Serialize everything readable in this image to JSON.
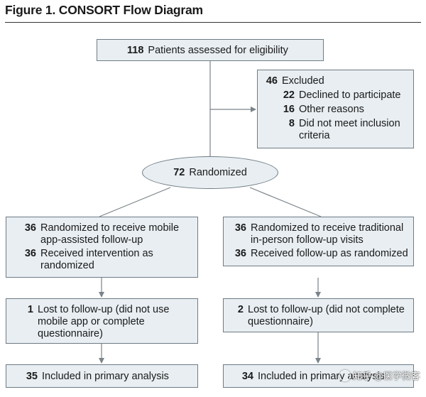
{
  "figure": {
    "title": "Figure 1. CONSORT Flow Diagram"
  },
  "assessed": {
    "count": "118",
    "label": "Patients assessed for eligibility"
  },
  "excluded": {
    "count": "46",
    "label": "Excluded",
    "reasons": [
      {
        "count": "22",
        "label": "Declined to participate"
      },
      {
        "count": "16",
        "label": "Other reasons"
      },
      {
        "count": "8",
        "label": "Did not meet inclusion criteria"
      }
    ]
  },
  "randomized": {
    "count": "72",
    "label": "Randomized"
  },
  "arms": [
    {
      "allocation": [
        {
          "count": "36",
          "label": "Randomized to receive mobile app-assisted follow-up"
        },
        {
          "count": "36",
          "label": "Received intervention as randomized"
        }
      ],
      "lost": {
        "count": "1",
        "label": "Lost to follow-up (did not use mobile app or complete questionnaire)"
      },
      "analysis": {
        "count": "35",
        "label": "Included in primary analysis"
      }
    },
    {
      "allocation": [
        {
          "count": "36",
          "label": "Randomized to receive traditional in-person follow-up visits"
        },
        {
          "count": "36",
          "label": "Received follow-up as randomized"
        }
      ],
      "lost": {
        "count": "2",
        "label": "Lost to follow-up (did not complete questionnaire)"
      },
      "analysis": {
        "count": "34",
        "label": "Included in primary analysis"
      }
    }
  ],
  "watermark": {
    "text": "知乎 @医学微客"
  },
  "colors": {
    "box_fill": "#e8eef2",
    "box_border": "#6e7b84",
    "connector": "#7a8389"
  }
}
